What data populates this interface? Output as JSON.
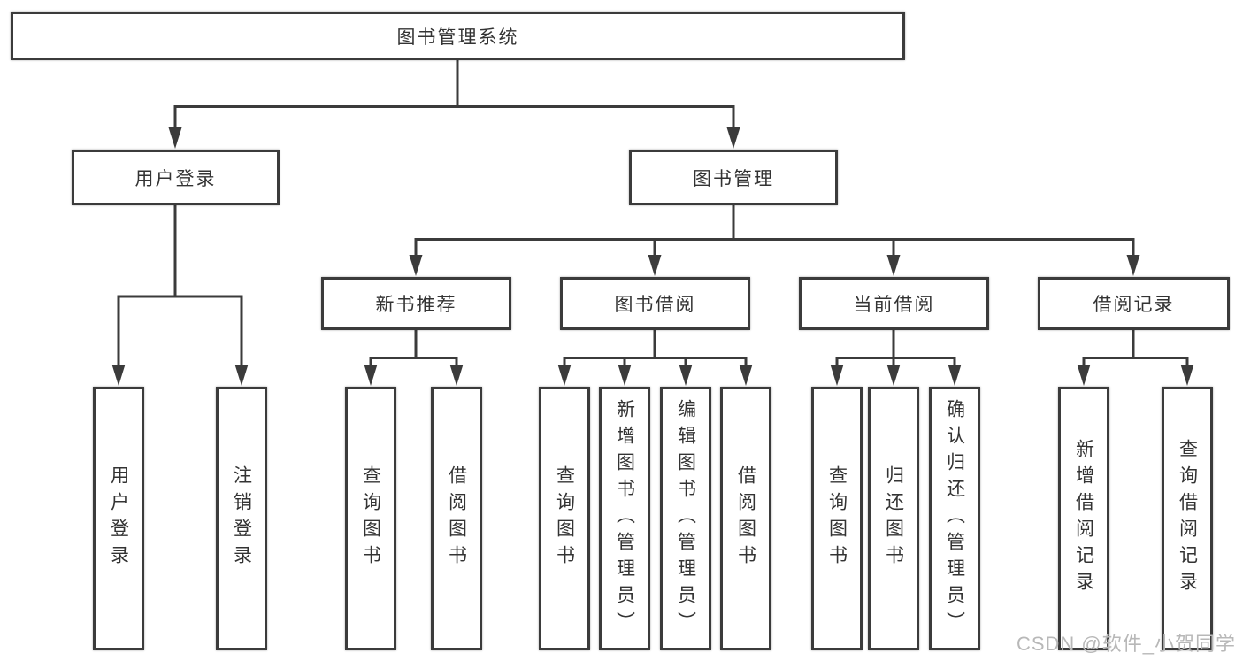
{
  "diagram": {
    "root": {
      "label": "图书管理系统"
    },
    "level2": [
      {
        "label": "用户登录"
      },
      {
        "label": "图书管理"
      }
    ],
    "level3": [
      {
        "label": "新书推荐"
      },
      {
        "label": "图书借阅"
      },
      {
        "label": "当前借阅"
      },
      {
        "label": "借阅记录"
      }
    ],
    "leaves": {
      "user_login": [
        "用户登录",
        "注销登录"
      ],
      "new_book_recommend": [
        "查询图书",
        "借阅图书"
      ],
      "book_borrow": [
        "查询图书",
        "新增图书（管理员）",
        "编辑图书（管理员）",
        "借阅图书"
      ],
      "current_borrow": [
        "查询图书",
        "归还图书",
        "确认归还（管理员）"
      ],
      "borrow_records": [
        "新增借阅记录",
        "查询借阅记录"
      ]
    }
  },
  "watermark": "CSDN @软件_小贺同学",
  "colors": {
    "line": "#3b3b3b",
    "text": "#333333",
    "watermark": "#b8b8b8",
    "background": "#ffffff"
  }
}
